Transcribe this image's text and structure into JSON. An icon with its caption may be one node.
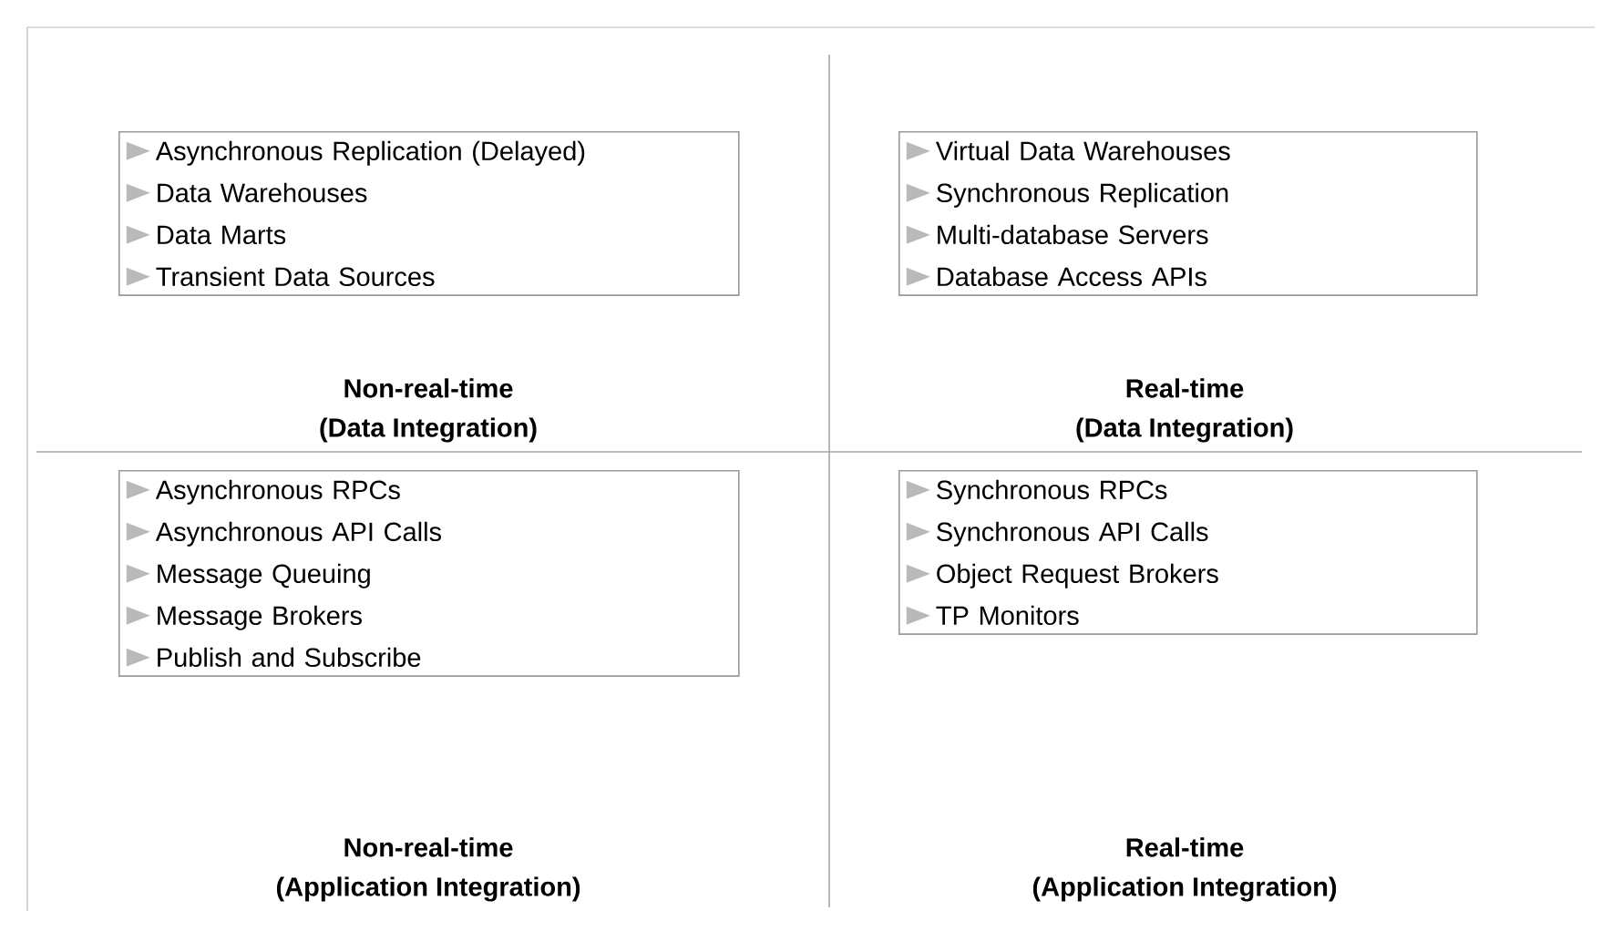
{
  "diagram": {
    "nodes": [
      {
        "text": [
          "Asynchronous Replication (Delayed)",
          "Data Warehouses",
          "Data Marts",
          "Transient Data Sources"
        ]
      },
      {
        "text": [
          "Virtual Data Warehouses",
          "Synchronous Replication",
          "Multi-database Servers",
          "Database Access APIs"
        ]
      },
      {
        "text": [
          "Asynchronous RPCs",
          "Asynchronous API Calls",
          "Message Queuing",
          "Message Brokers",
          "Publish and Subscribe"
        ]
      },
      {
        "text": [
          "Synchronous RPCs",
          "Synchronous API Calls",
          "Object Request Brokers",
          "TP Monitors"
        ]
      }
    ],
    "labels": [
      "Non-real-time",
      "Real-time",
      "(Data Integration)",
      "(Data Integration)",
      "Non-real-time",
      "Real-time",
      "(Application Integration)",
      "(Application Integration)"
    ]
  }
}
